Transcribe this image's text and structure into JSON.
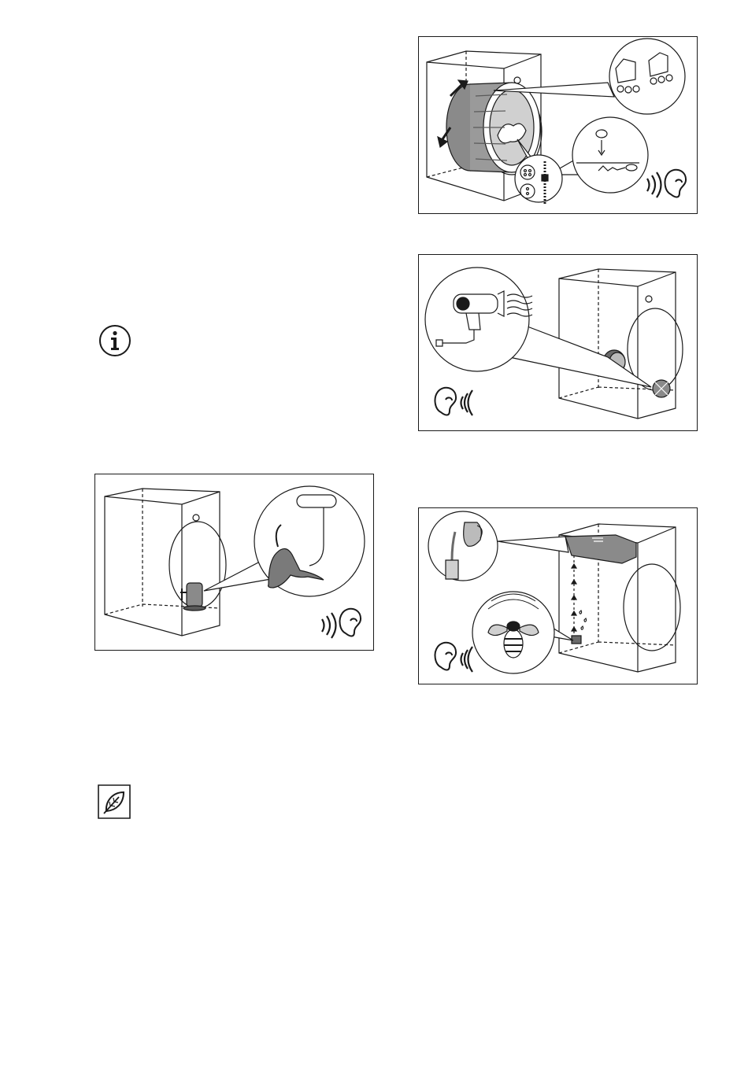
{
  "page": {
    "icons": {
      "info": "info-icon",
      "eco": "leaf-icon",
      "ear": "ear-icon",
      "sound": "sound-waves-icon"
    },
    "figures": [
      {
        "name": "drum-rotation-noise-figure",
        "icons": [
          "rotation-arrows-icon",
          "roller-skates-icon",
          "button-zipper-icon",
          "coin-icon",
          "ear-icon"
        ]
      },
      {
        "name": "fan-air-noise-figure",
        "icons": [
          "hair-dryer-icon",
          "fan-wheel-icon",
          "ear-icon"
        ]
      },
      {
        "name": "compressor-noise-figure",
        "icons": [
          "compressor-icon",
          "cat-stretching-icon",
          "ear-icon"
        ]
      },
      {
        "name": "water-pump-noise-figure",
        "icons": [
          "water-jug-icon",
          "bee-icon",
          "water-tank-icon",
          "ear-icon"
        ]
      }
    ]
  }
}
